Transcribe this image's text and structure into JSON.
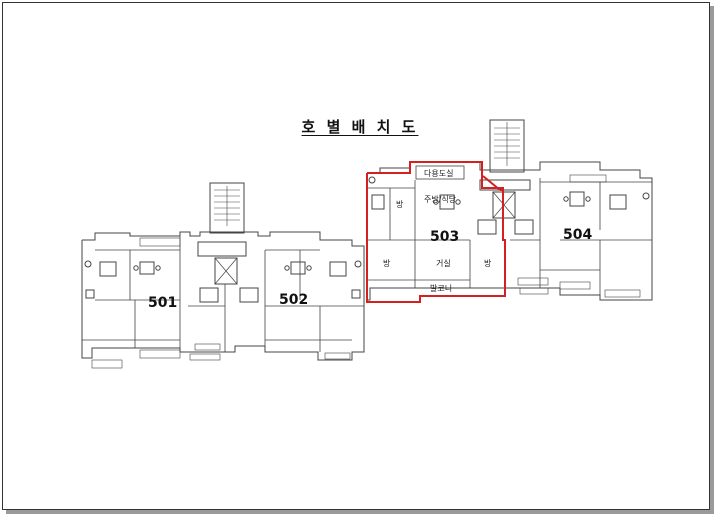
{
  "title": "호 별 배 치 도",
  "units": {
    "u501": "501",
    "u502": "502",
    "u503": "503",
    "u504": "504"
  },
  "rooms_503": {
    "multi": "다용도실",
    "room1": "방",
    "kitchen": "주방/식당",
    "room2": "방",
    "living": "거실",
    "room3": "방",
    "balcony": "발코니"
  },
  "colors": {
    "highlight": "#d42020",
    "line": "#444444"
  }
}
